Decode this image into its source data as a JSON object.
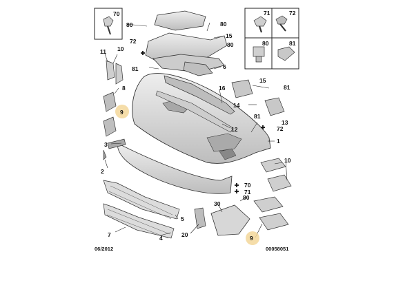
{
  "callouts": {
    "c70": "70",
    "c71": "71",
    "c72": "72",
    "c80": "80",
    "c81": "81",
    "c1": "1",
    "c2": "2",
    "c3": "3",
    "c4": "4",
    "c5": "5",
    "c6": "6",
    "c7": "7",
    "c8": "8",
    "c9": "9",
    "c10": "10",
    "c11": "11",
    "c12": "12",
    "c13": "13",
    "c14": "14",
    "c15": "15",
    "c16": "16",
    "c20": "20",
    "c30": "30"
  },
  "footer": {
    "date": "06/2012",
    "reference": "00058051"
  },
  "colors": {
    "line": "#333333",
    "part_fill": "#d9d9d9",
    "part_dark": "#a9a9a9",
    "highlight": "#f3d79a"
  }
}
